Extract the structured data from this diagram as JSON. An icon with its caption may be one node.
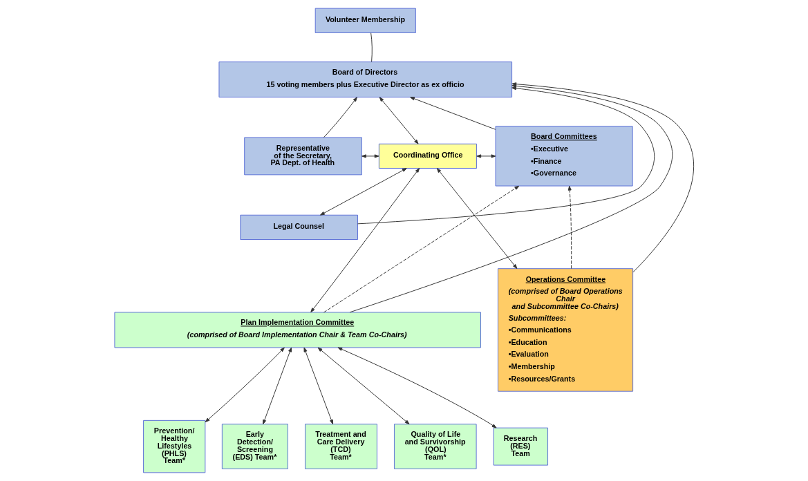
{
  "diagram": {
    "nodes": [
      {
        "text": [
          "Volunteer Membership"
        ]
      },
      {
        "text": [
          "Board of Directors",
          "15 voting members plus Executive Director as ex officio"
        ]
      },
      {
        "text": [
          "Representative of the Secretary, PA Dept. of Health"
        ]
      },
      {
        "text": [
          "Legal Counsel"
        ]
      },
      {
        "text": [
          "Coordinating Office"
        ]
      },
      {
        "text": [
          "Board Committees",
          "•Executive",
          "•Finance",
          "•Governance"
        ]
      },
      {
        "text": [
          "Plan Implementation Committee",
          "(comprised of Board Implementation Chair & Team Co-Chairs)"
        ]
      },
      {
        "text": [
          "Operations Committee",
          "(comprised of Board Operations Chair and Subcommittee Co-Chairs)",
          "Subcommittees:",
          "•Communications",
          "•Education",
          "•Evaluation",
          "•Membership",
          "•Resources/Grants"
        ]
      },
      {
        "text": [
          "Prevention/ Healthy Lifestyles (PHLS) Team*"
        ]
      },
      {
        "text": [
          "Early Detection/ Screening (EDS) Team*"
        ]
      },
      {
        "text": [
          "Treatment and Care Delivery (TCD) Team*"
        ]
      },
      {
        "text": [
          "Quality of Life and Survivorship (QOL) Team*"
        ]
      },
      {
        "text": [
          "Research (RES) Team"
        ]
      }
    ],
    "edges": [
      {
        "from": 0,
        "to": 1,
        "arrow": "none"
      },
      {
        "from": 1,
        "to": 4,
        "arrow": "both"
      },
      {
        "from": 2,
        "to": 1,
        "arrow": "to"
      },
      {
        "from": 3,
        "to": 1,
        "arrow": "to"
      },
      {
        "from": 6,
        "to": 1,
        "arrow": "to"
      },
      {
        "from": 7,
        "to": 1,
        "arrow": "to"
      },
      {
        "from": 5,
        "to": 1,
        "arrow": "to"
      },
      {
        "from": 2,
        "to": 4,
        "arrow": "both"
      },
      {
        "from": 3,
        "to": 4,
        "arrow": "both"
      },
      {
        "from": 4,
        "to": 5,
        "arrow": "both"
      },
      {
        "from": 4,
        "to": 6,
        "arrow": "both"
      },
      {
        "from": 4,
        "to": 7,
        "arrow": "both"
      },
      {
        "from": 6,
        "to": 5,
        "arrow": "to",
        "style": "dashed"
      },
      {
        "from": 7,
        "to": 5,
        "arrow": "to",
        "style": "dashed"
      },
      {
        "from": 6,
        "to": 8,
        "arrow": "both"
      },
      {
        "from": 6,
        "to": 9,
        "arrow": "both"
      },
      {
        "from": 6,
        "to": 10,
        "arrow": "both"
      },
      {
        "from": 6,
        "to": 11,
        "arrow": "both"
      },
      {
        "from": 6,
        "to": 12,
        "arrow": "both"
      }
    ]
  }
}
